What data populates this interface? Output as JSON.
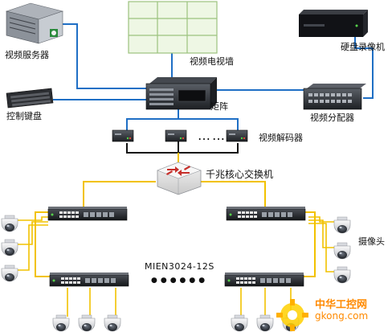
{
  "labels": {
    "video_server": "视频服务器",
    "video_wall": "视频电视墙",
    "dvr": "硬盘录像机",
    "keyboard": "控制键盘",
    "matrix": "矩阵",
    "distributor": "视频分配器",
    "decoder": "视频解码器",
    "core_switch": "千兆核心交换机",
    "camera": "摄像头",
    "model": "MIEN3024-12S",
    "decoder_dots": "……",
    "switch_dots": "●●●●●●"
  },
  "watermark": {
    "cn": "中华工控网",
    "url": "gkong.com"
  },
  "colors": {
    "video_link": "#1f6fc5",
    "ethernet_link": "#f2c200",
    "camera_link": "#f2c200",
    "decoder_link": "#111111"
  }
}
